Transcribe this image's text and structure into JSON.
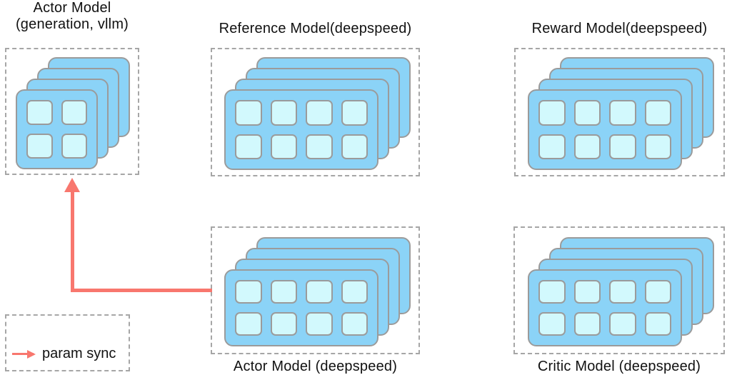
{
  "colors": {
    "card_fill": "#8bd3f7",
    "gpu_cell_fill": "#d2f9fd",
    "outline": "#9b9b9b",
    "dashed_border": "#a6a6a6",
    "arrow": "#f8776e",
    "text": "#111111"
  },
  "models": {
    "actor_vllm": {
      "title": "Actor Model",
      "subtitle": "(generation, vllm)",
      "grid": {
        "layers": 4,
        "rows": 2,
        "cols": 2
      }
    },
    "reference": {
      "title": "Reference Model(deepspeed)",
      "grid": {
        "layers": 4,
        "rows": 2,
        "cols": 4
      }
    },
    "reward": {
      "title": "Reward Model(deepspeed)",
      "grid": {
        "layers": 4,
        "rows": 2,
        "cols": 4
      }
    },
    "actor_deepspeed": {
      "title": "Actor Model (deepspeed)",
      "grid": {
        "layers": 4,
        "rows": 2,
        "cols": 4
      }
    },
    "critic": {
      "title": "Critic Model (deepspeed)",
      "grid": {
        "layers": 4,
        "rows": 2,
        "cols": 4
      }
    }
  },
  "legend": {
    "label": "param sync"
  },
  "arrow": {
    "meaning": "param sync",
    "from": "actor_deepspeed",
    "to": "actor_vllm"
  }
}
